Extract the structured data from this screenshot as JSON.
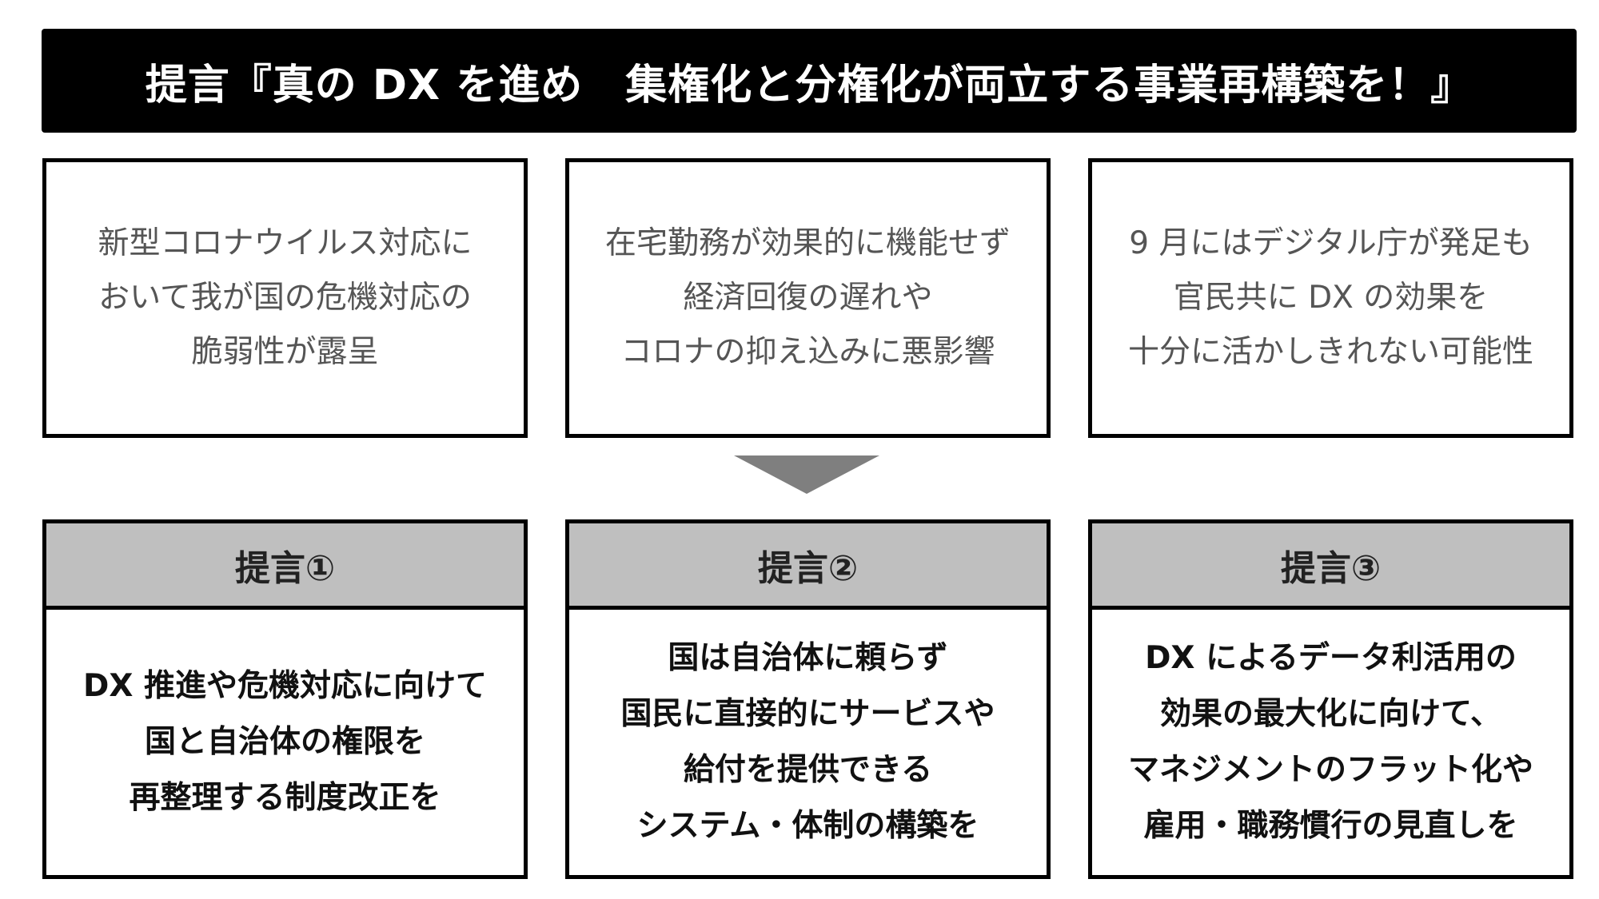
{
  "banner": {
    "title": "提言『真の DX を進め　集権化と分権化が両立する事業再構築を！』"
  },
  "problems": [
    {
      "lines": [
        "新型コロナウイルス対応に",
        "おいて我が国の危機対応の",
        "脆弱性が露呈"
      ]
    },
    {
      "lines": [
        "在宅勤務が効果的に機能せず",
        "経済回復の遅れや",
        "コロナの抑え込みに悪影響"
      ]
    },
    {
      "lines": [
        "9 月にはデジタル庁が発足も",
        "官民共に DX の効果を",
        "十分に活かしきれない可能性"
      ]
    }
  ],
  "proposals": [
    {
      "title": "提言①",
      "lines": [
        "DX 推進や危機対応に向けて",
        "国と自治体の権限を",
        "再整理する制度改正を"
      ]
    },
    {
      "title": "提言②",
      "lines": [
        "国は自治体に頼らず",
        "国民に直接的にサービスや",
        "給付を提供できる",
        "システム・体制の構築を"
      ]
    },
    {
      "title": "提言③",
      "lines": [
        "DX によるデータ利活用の",
        "効果の最大化に向けて、",
        "マネジメントのフラット化や",
        "雇用・職務慣行の見直しを"
      ]
    }
  ],
  "colors": {
    "banner_bg": "#000000",
    "banner_text": "#ffffff",
    "header_bg": "#bfbfbf",
    "arrow": "#7f7f7f",
    "problem_text": "#555555"
  }
}
